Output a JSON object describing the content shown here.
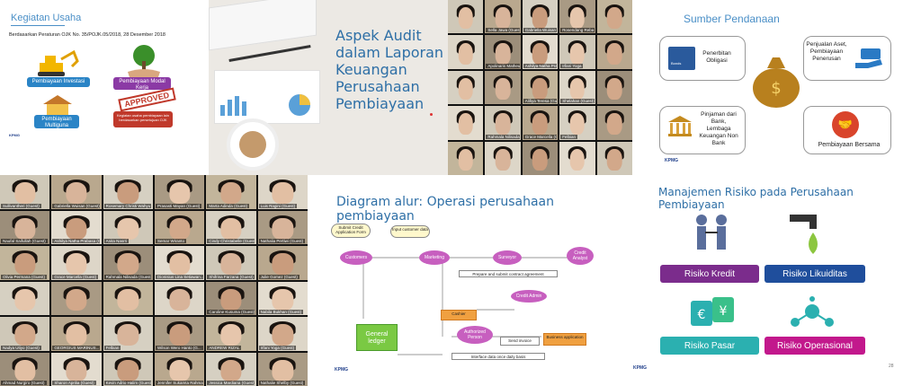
{
  "panel_kegiatan": {
    "title": "Kegiatan Usaha",
    "subtitle": "Berdasarkan Peraturan OJK No. 35/POJK.05/2018, 28 Desember 2018",
    "items": [
      "Pembiayaan Investasi",
      "Pembiayaan Modal Kerja",
      "Pembiayaan Multiguna"
    ],
    "stamp": "APPROVED",
    "approved_note": "Kegiatan usaha pembiayaan lain berdasarkan persetujuan OJK",
    "footer": "KPMG"
  },
  "panel_aspek": {
    "heading": "Aspek Audit dalam Laporan Keuangan Perusahaan Pembiayaan"
  },
  "video_top": {
    "names": [
      "",
      "Sella Jawa (Guest)",
      "Gabriella Wuisan (Guest)",
      "Rosendang Reba (Guest)",
      "",
      "",
      "Apolinaris Matheus Gal...",
      "Ashilya Natha Prabasa (G...",
      "Irfani Yoga",
      "",
      "",
      "",
      "Alifiya Teresa (Guest)",
      "Shelahan (Guest)",
      "",
      "",
      "Rahmala Nilisada (Guest)",
      "Grace Marcella (Guest)",
      "Felbian",
      "",
      "",
      "",
      "",
      "",
      ""
    ]
  },
  "panel_sumber": {
    "title": "Sumber Pendanaan",
    "items": [
      "Penerbitan Obligasi",
      "Penjualan Aset, Pembiayaan Penerusan",
      "Pinjaman dari Bank, Lembaga Keuangan Non Bank",
      "Pembiayaan Bersama"
    ],
    "bond_label": "Bonds",
    "footer": "KPMG"
  },
  "video_bottom": {
    "names": [
      "Sullivantheri (Guest)",
      "Gabriella Wuisan (Guest)",
      "Rosemary Christi Wahyu (G...",
      "Prasasti Mayan (Guest)",
      "Marta Adinda (Guest)",
      "Luis Ragini (Guest)",
      "Naufal Saifullah (Guest)",
      "Ashilya Natha Prabasa (G...",
      "Anita Nasrri",
      "Semar Wiranto",
      "Cindy Christabelle (Guest)",
      "Nathalia Pertiwi (Guest)",
      "Olivia Permana (Guest)",
      "Grace Marcella (Guest)",
      "Rahmala Nilisada (Guest)",
      "Dionisius Lina Setiawan...",
      "Shifrina Farzana (Guest)",
      "Julie Gomez (Guest)",
      "",
      "",
      "",
      "",
      "Caroline Kusuma (Guest)",
      "Nabila Bukhan (Guest)",
      "Nadya Utiyo (Guest)",
      "GEORGIUS MARINUS...",
      "Felbian",
      "Wilson Wero Hanto (G...",
      "ANDREW RIZAL",
      "Irfani Yoga (Guest)",
      "Ahmad Nurgiro (Guest)",
      "Sharon Aprilia (Guest)",
      "Kevin Adrio Halim (Guest)",
      "Jennifer Sukamta Rahma...",
      "Jessica Mardiana (Guest)",
      "Nathalie Shelby (Guest)"
    ]
  },
  "panel_diagram": {
    "title": "Diagram alur: Operasi perusahaan pembiayaan",
    "nodes": {
      "customers": "Customers",
      "marketing": "Marketing",
      "surveyor": "Surveyor",
      "credit_analyst": "Credit Analyst",
      "credit_admin": "Credit Admin",
      "cashier": "Cashier",
      "authorized_person": "Authorized Person",
      "general_ledger": "General ledger",
      "business_application": "Business application",
      "send_invoice": "Send invoice",
      "submit_app": "Submit Credit Application Form",
      "input_data": "Input customer data",
      "prepare_contract": "Prepare and submit contract agreement",
      "interface_all": "Interface data once daily basis"
    },
    "footer": "KPMG"
  },
  "panel_risiko": {
    "title": "Manajemen Risiko pada Perusahaan Pembiayaan",
    "risks": [
      {
        "label": "Risiko Kredit",
        "color": "#7b2c8c"
      },
      {
        "label": "Risiko Likuiditas",
        "color": "#1f4e9c"
      },
      {
        "label": "Risiko Pasar",
        "color": "#2bb0b0"
      },
      {
        "label": "Risiko Operasional",
        "color": "#c2188c"
      }
    ],
    "page_num": "28",
    "footer": "KPMG"
  }
}
